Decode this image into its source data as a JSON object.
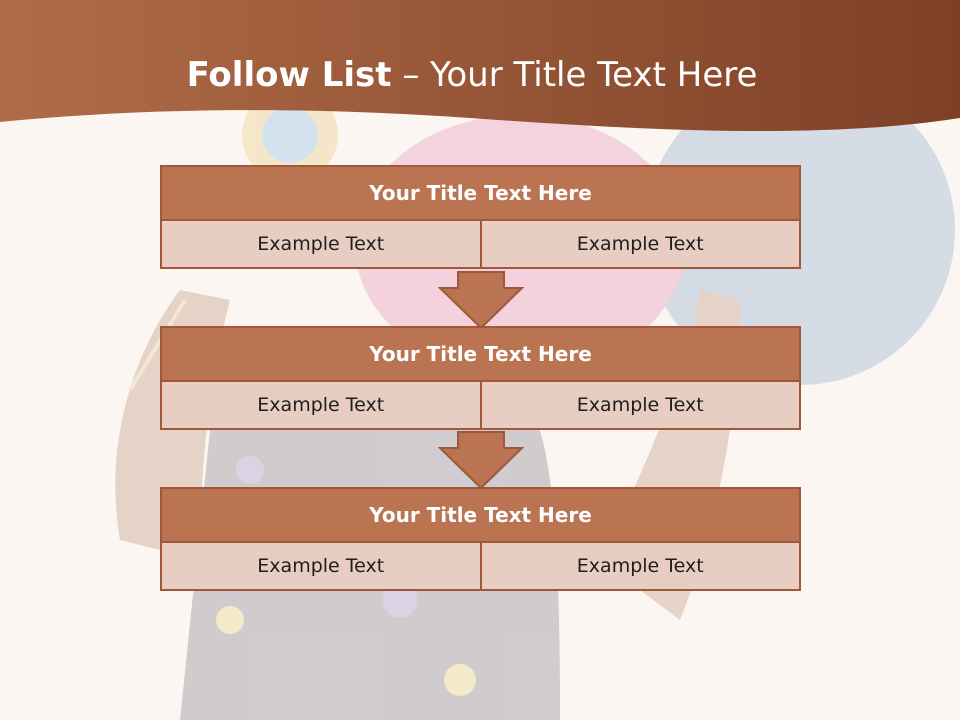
{
  "slide": {
    "title_bold": "Follow List",
    "title_rest": " – Your Title Text Here"
  },
  "blocks": [
    {
      "title": "Your Title Text Here",
      "cells": [
        "Example Text",
        "Example Text"
      ]
    },
    {
      "title": "Your Title Text Here",
      "cells": [
        "Example Text",
        "Example Text"
      ]
    },
    {
      "title": "Your Title Text Here",
      "cells": [
        "Example Text",
        "Example Text"
      ]
    }
  ],
  "colors": {
    "banner": "#a35a37",
    "header_fill": "#bb7452",
    "cell_fill": "#e8cdc3",
    "border": "#a1583a",
    "arrow": "#bb7452"
  }
}
